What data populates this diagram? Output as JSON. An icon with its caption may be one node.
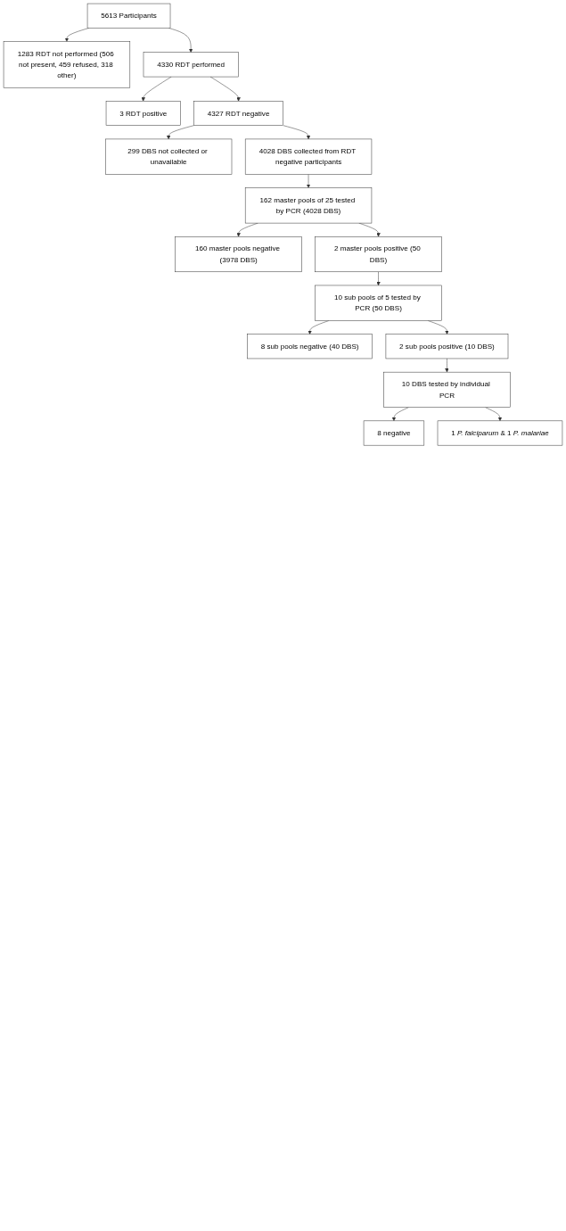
{
  "diagram": {
    "nodes": [
      {
        "text": [
          "5613 Participants"
        ]
      },
      {
        "text": [
          "1283 RDT not performed (506 not present, 459 refused, 318 other)"
        ]
      },
      {
        "text": [
          "4330 RDT performed"
        ]
      },
      {
        "text": [
          "3 RDT positive"
        ]
      },
      {
        "text": [
          "4327 RDT negative"
        ]
      },
      {
        "text": [
          "299 DBS not collected or unavailable"
        ]
      },
      {
        "text": [
          "4028 DBS collected from RDT negative participants"
        ]
      },
      {
        "text": [
          "162 master pools of 25 tested by PCR (4028 DBS)"
        ]
      },
      {
        "text": [
          "160 master pools negative (3978 DBS)"
        ]
      },
      {
        "text": [
          "2 master pools positive (50 DBS)"
        ]
      },
      {
        "text": [
          "10 sub pools of 5 tested by PCR (50 DBS)"
        ]
      },
      {
        "text": [
          "8 sub pools negative (40 DBS)"
        ]
      },
      {
        "text": [
          "2 sub pools positive (10 DBS)"
        ]
      },
      {
        "text": [
          "10 DBS tested by individual PCR"
        ]
      },
      {
        "text": [
          "8 negative"
        ]
      },
      {
        "text": [
          "1 *P. falciparum* & 1 *P. malariae*"
        ]
      }
    ],
    "edges": [
      {
        "from": 0,
        "to": 1,
        "arrow": "to"
      },
      {
        "from": 0,
        "to": 2,
        "arrow": "to"
      },
      {
        "from": 2,
        "to": 3,
        "arrow": "to"
      },
      {
        "from": 2,
        "to": 4,
        "arrow": "to"
      },
      {
        "from": 4,
        "to": 5,
        "arrow": "to"
      },
      {
        "from": 4,
        "to": 6,
        "arrow": "to"
      },
      {
        "from": 6,
        "to": 7,
        "arrow": "to"
      },
      {
        "from": 7,
        "to": 8,
        "arrow": "to"
      },
      {
        "from": 7,
        "to": 9,
        "arrow": "to"
      },
      {
        "from": 9,
        "to": 10,
        "arrow": "to"
      },
      {
        "from": 10,
        "to": 11,
        "arrow": "to"
      },
      {
        "from": 10,
        "to": 12,
        "arrow": "to"
      },
      {
        "from": 12,
        "to": 13,
        "arrow": "to"
      },
      {
        "from": 13,
        "to": 14,
        "arrow": "to"
      },
      {
        "from": 13,
        "to": 15,
        "arrow": "to"
      }
    ]
  }
}
